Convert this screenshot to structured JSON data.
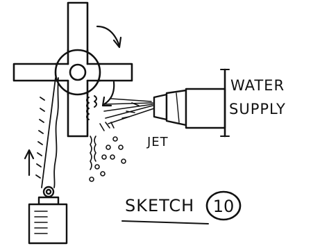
{
  "labels": {
    "supply_line1": "WATER",
    "supply_line2": "SUPPLY",
    "jet": "JET",
    "sketch_word": "SKETCH",
    "sketch_number": "10"
  },
  "colors": {
    "ink": "#111111",
    "paper": "#ffffff"
  }
}
